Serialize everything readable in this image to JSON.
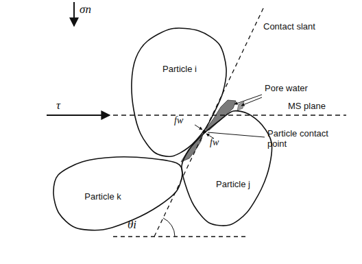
{
  "diagram": {
    "nodes": [
      {
        "text": [
          "Particle i"
        ]
      },
      {
        "text": [
          "Particle j"
        ]
      },
      {
        "text": [
          "Particle k"
        ]
      }
    ],
    "labels": [
      "σn",
      "τ",
      "Contact slant",
      "Pore water",
      "MS plane",
      "fw",
      "fw",
      "Particle contact point",
      "θi"
    ]
  }
}
